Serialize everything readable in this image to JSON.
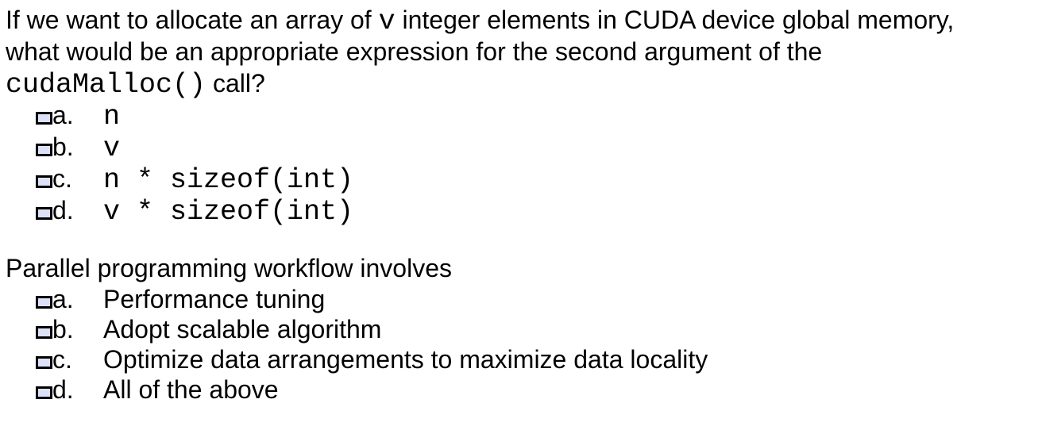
{
  "page": {
    "background_color": "#ffffff",
    "text_color": "#000000",
    "checkbox_fill_color": "#dce1f8",
    "checkbox_border_color": "#000000"
  },
  "question1": {
    "line1_pre": "If we want to allocate an array of ",
    "line1_code": "v",
    "line1_post": " integer elements in CUDA device global memory,",
    "line2": "what would be an appropriate expression for the second argument of the",
    "line3_code": "cudaMalloc()",
    "line3_post": " call?",
    "options": [
      {
        "letter": "a.",
        "text": "n"
      },
      {
        "letter": "b.",
        "text": "v"
      },
      {
        "letter": "c.",
        "text": "n * sizeof(int)"
      },
      {
        "letter": "d.",
        "text": "v * sizeof(int)"
      }
    ]
  },
  "question2": {
    "title": "Parallel programming workflow involves",
    "options": [
      {
        "letter": "a.",
        "text": "Performance tuning"
      },
      {
        "letter": "b.",
        "text": "Adopt scalable algorithm"
      },
      {
        "letter": "c.",
        "text": "Optimize data arrangements to maximize data locality"
      },
      {
        "letter": "d.",
        "text": "All of the above"
      }
    ]
  }
}
